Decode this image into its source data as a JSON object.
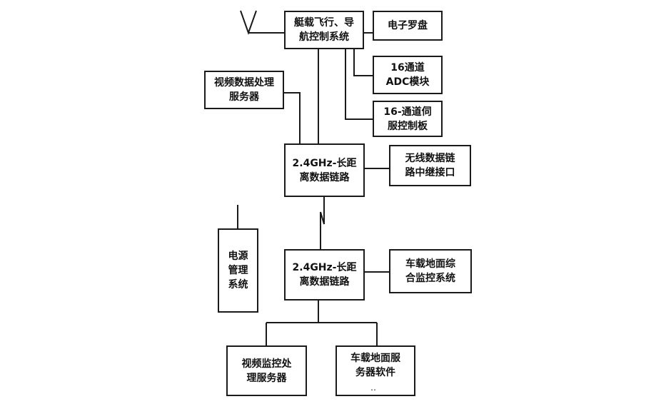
{
  "diagram": {
    "nodes": {
      "flight_nav": {
        "lines": [
          "艇载飞行、导",
          "航控制系统"
        ]
      },
      "compass": {
        "lines": [
          "电子罗盘"
        ]
      },
      "adc16": {
        "lines": [
          "16通道",
          "ADC模块"
        ]
      },
      "servo16": {
        "lines": [
          "16-通道伺",
          "服控制板"
        ]
      },
      "video_server": {
        "lines": [
          "视频数据处理",
          "服务器"
        ]
      },
      "link_air": {
        "lines": [
          "2.4GHz-长距",
          "离数据链路"
        ]
      },
      "relay": {
        "lines": [
          "无线数据链",
          "路中继接口"
        ]
      },
      "power": {
        "lines": [
          "电源",
          "管理",
          "系统"
        ]
      },
      "link_ground": {
        "lines": [
          "2.4GHz-长距",
          "离数据链路"
        ]
      },
      "ground_monitor": {
        "lines": [
          "车载地面综",
          "合监控系统"
        ]
      },
      "video_monitor": {
        "lines": [
          "视频监控处",
          "理服务器"
        ]
      },
      "ground_software": {
        "lines": [
          "车载地面服",
          "务器软件"
        ]
      }
    },
    "footnote": "‥",
    "colors": {
      "stroke": "#1a1a1a",
      "text": "#111111",
      "background": "#ffffff"
    }
  }
}
